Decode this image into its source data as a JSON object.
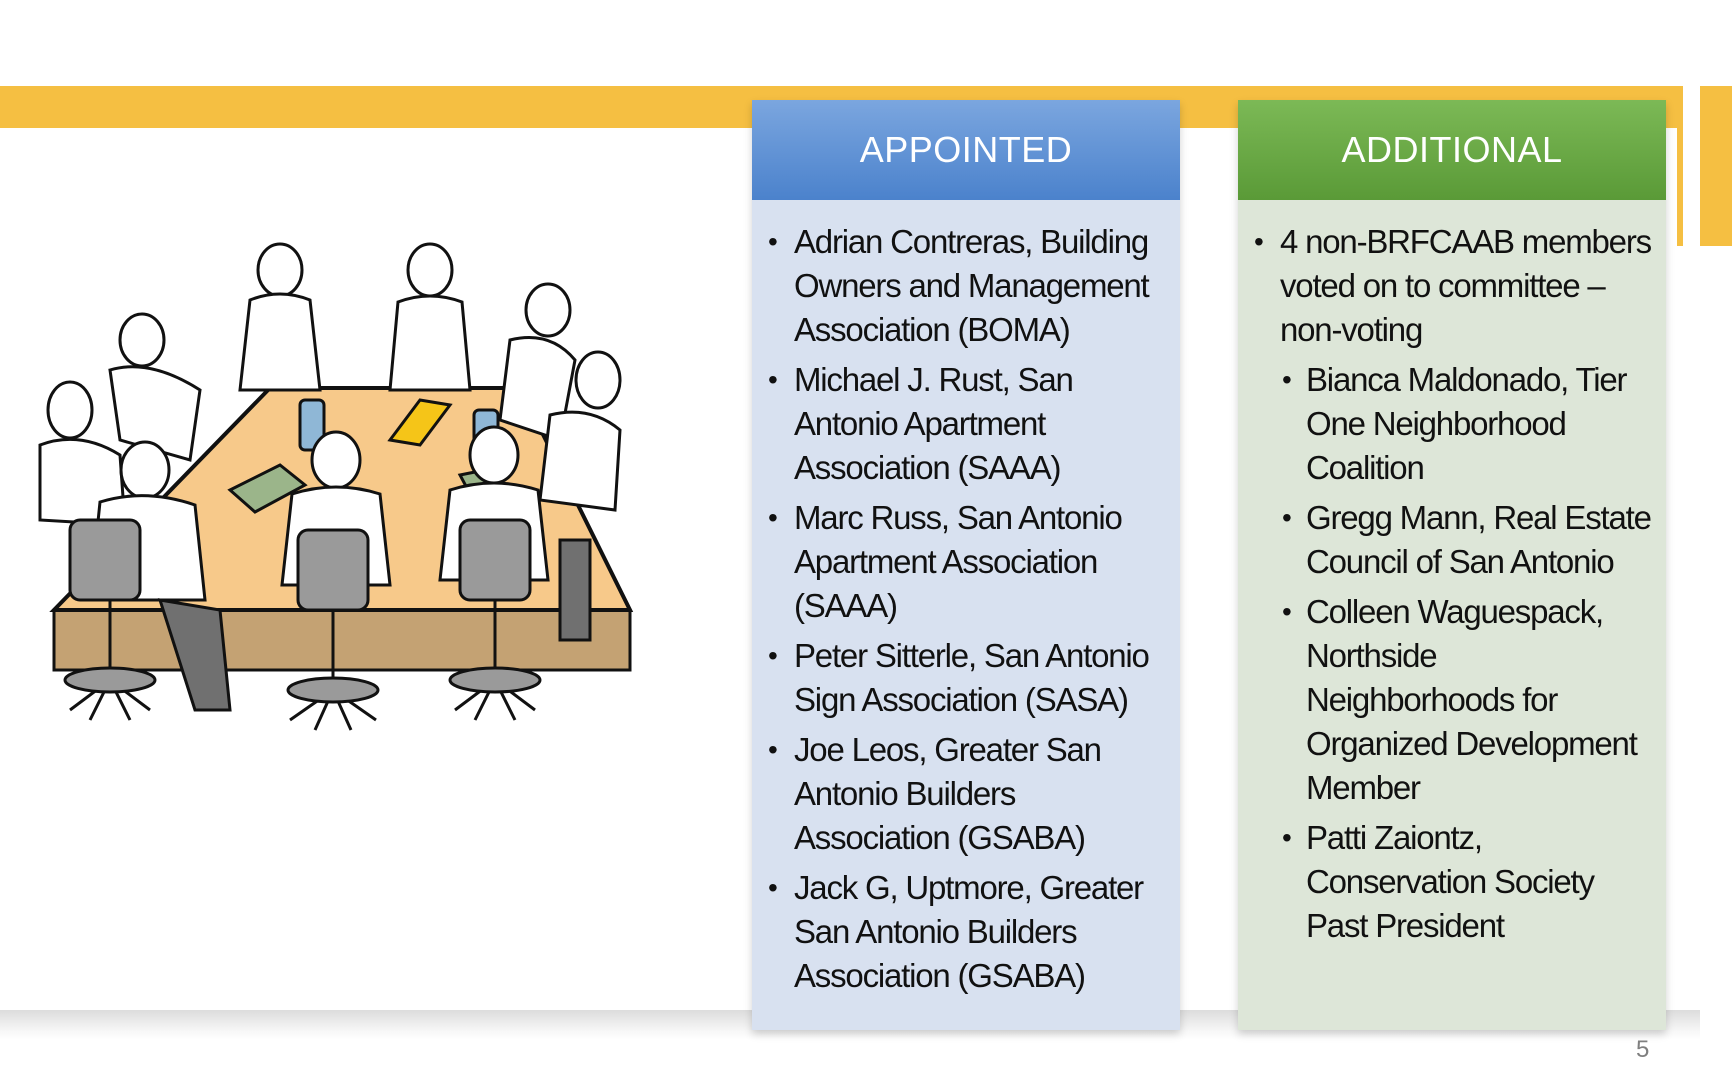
{
  "page_number": "5",
  "illustration": {
    "icon": "meeting-table-illustration"
  },
  "appointed": {
    "header": "APPOINTED",
    "items": [
      "Adrian Contreras, Building Owners and Management Association (BOMA)",
      "Michael J. Rust, San Antonio Apartment Association (SAAA)",
      "Marc Russ, San Antonio Apartment Association (SAAA)",
      "Peter Sitterle, San Antonio Sign Association (SASA)",
      "Joe Leos, Greater San Antonio Builders Association (GSABA)",
      "Jack G, Uptmore, Greater San Antonio Builders Association (GSABA)"
    ]
  },
  "additional": {
    "header": "ADDITIONAL",
    "intro": "4 non-BRFCAAB members voted on to committee – non-voting",
    "members": [
      "Bianca Maldonado,  Tier One Neighborhood Coalition",
      "Gregg Mann, Real Estate Council of San Antonio",
      "Colleen Waguespack, Northside Neighborhoods for Organized Development Member",
      "Patti Zaiontz, Conservation Society Past President"
    ]
  }
}
